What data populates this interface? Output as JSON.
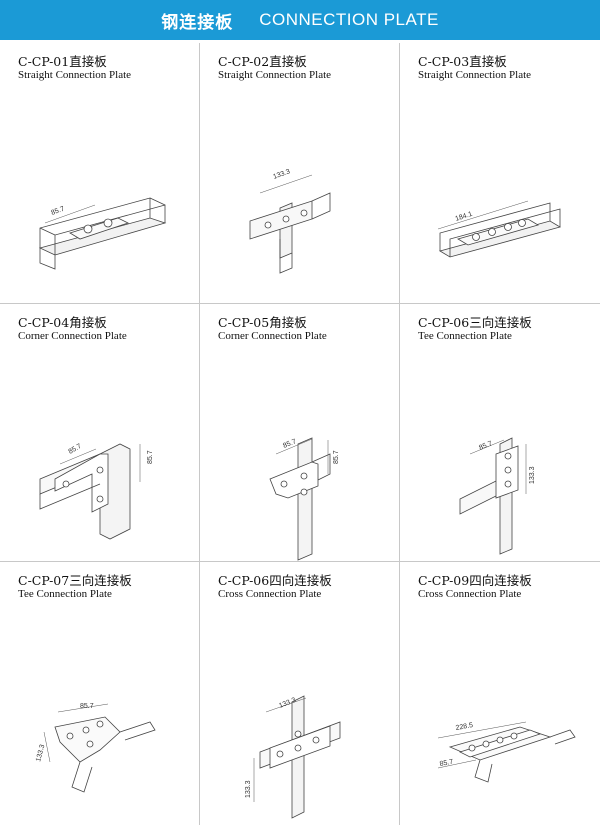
{
  "header": {
    "title_cn": "钢连接板",
    "title_en": "CONNECTION PLATE"
  },
  "items": [
    {
      "code": "C-CP-01直接板",
      "name": "Straight Connection Plate",
      "dims": [
        "85.7"
      ]
    },
    {
      "code": "C-CP-02直接板",
      "name": "Straight Connection Plate",
      "dims": [
        "133.3"
      ]
    },
    {
      "code": "C-CP-03直接板",
      "name": "Straight Connection Plate",
      "dims": [
        "184.1"
      ]
    },
    {
      "code": "C-CP-04角接板",
      "name": "Corner Connection Plate",
      "dims": [
        "85.7",
        "85.7"
      ]
    },
    {
      "code": "C-CP-05角接板",
      "name": "Corner Connection Plate",
      "dims": [
        "85.7",
        "85.7"
      ]
    },
    {
      "code": "C-CP-06三向连接板",
      "name": "Tee Connection Plate",
      "dims": [
        "85.7",
        "133.3"
      ]
    },
    {
      "code": "C-CP-07三向连接板",
      "name": "Tee Connection Plate",
      "dims": [
        "85.7",
        "133.3"
      ]
    },
    {
      "code": "C-CP-06四向连接板",
      "name": "Cross Connection Plate",
      "dims": [
        "133.3",
        "133.3"
      ]
    },
    {
      "code": "C-CP-09四向连接板",
      "name": "Cross Connection Plate",
      "dims": [
        "228.5",
        "85.7"
      ]
    }
  ]
}
